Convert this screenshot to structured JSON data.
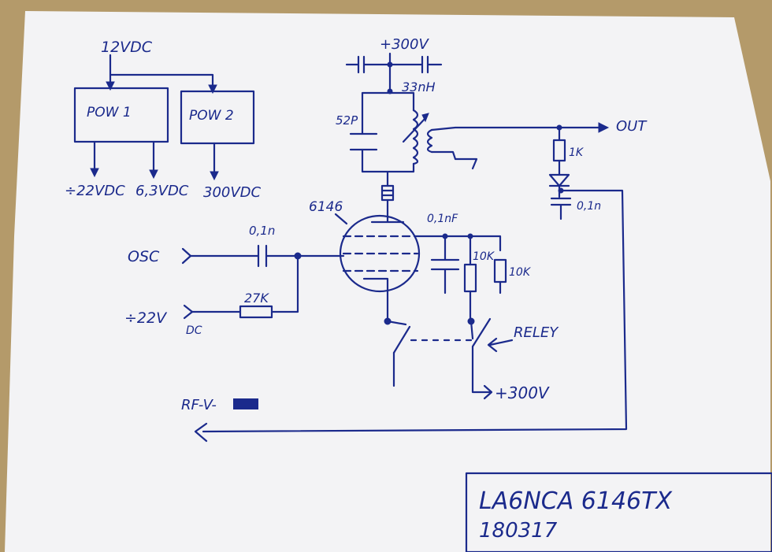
{
  "labels": {
    "supply_in": "12VDC",
    "pow1": "POW 1",
    "pow2": "POW 2",
    "out_neg22": "÷22VDC",
    "out_63": "6,3VDC",
    "out_300": "300VDC",
    "hv_top": "+300V",
    "choke": "33nH",
    "cap_52p": "52P",
    "tube": "6146",
    "out": "OUT",
    "r_1k": "1K",
    "cap_01n_right": "0,1n",
    "cap_01nf": "0,1nF",
    "r_10k_a": "10K",
    "r_10k_b": "10K",
    "osc": "OSC",
    "cap_01n_in": "0,1n",
    "r_27k": "27K",
    "bias": "÷22V",
    "bias_dc": "DC",
    "relay": "RELEY",
    "hv_relay": "+300V",
    "rf_v": "RF-V-"
  },
  "title_block": {
    "title": "LA6NCA 6146TX",
    "date": "180317"
  },
  "colors": {
    "ink": "#1b2a8c",
    "paper": "#f4f4f6",
    "background": "#b49a6a"
  }
}
